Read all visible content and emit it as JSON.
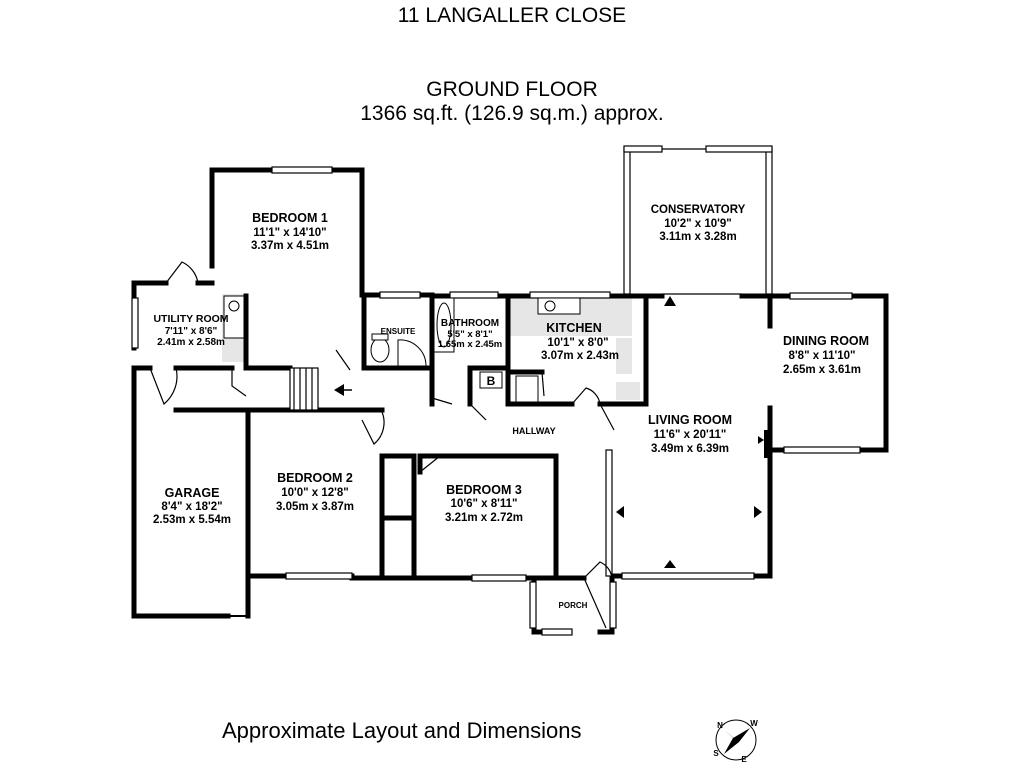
{
  "header": {
    "title": "11 LANGALLER CLOSE",
    "floor": "GROUND FLOOR",
    "area": "1366 sq.ft. (126.9 sq.m.) approx."
  },
  "footer": "Approximate Layout and Dimensions",
  "rooms": {
    "bedroom1": {
      "name": "BEDROOM 1",
      "imperial": "11'1\"  x 14'10\"",
      "metric": "3.37m  x 4.51m"
    },
    "utility": {
      "name": "UTILITY ROOM",
      "imperial": "7'11\"  x 8'6\"",
      "metric": "2.41m  x 2.58m"
    },
    "ensuite": {
      "name": "ENSUITE"
    },
    "bathroom": {
      "name": "BATHROOM",
      "imperial": "5'5\"  x 8'1\"",
      "metric": "1.65m  x 2.45m"
    },
    "kitchen": {
      "name": "KITCHEN",
      "imperial": "10'1\"  x 8'0\"",
      "metric": "3.07m  x 2.43m"
    },
    "conservatory": {
      "name": "CONSERVATORY",
      "imperial": "10'2\"  x 10'9\"",
      "metric": "3.11m  x 3.28m"
    },
    "dining": {
      "name": "DINING ROOM",
      "imperial": "8'8\"  x 11'10\"",
      "metric": "2.65m  x 3.61m"
    },
    "living": {
      "name": "LIVING ROOM",
      "imperial": "11'6\"  x 20'11\"",
      "metric": "3.49m  x 6.39m"
    },
    "hallway": {
      "name": "HALLWAY"
    },
    "garage": {
      "name": "GARAGE",
      "imperial": "8'4\"  x 18'2\"",
      "metric": "2.53m  x 5.54m"
    },
    "bedroom2": {
      "name": "BEDROOM 2",
      "imperial": "10'0\"  x 12'8\"",
      "metric": "3.05m  x 3.87m"
    },
    "bedroom3": {
      "name": "BEDROOM 3",
      "imperial": "10'6\"  x 8'11\"",
      "metric": "3.21m  x 2.72m"
    },
    "porch": {
      "name": "PORCH"
    }
  },
  "boiler_label": "B",
  "compass": {
    "north": "N",
    "south": "S",
    "east": "E",
    "west": "W"
  },
  "colors": {
    "wall": "#000000",
    "fixture_shade": "#e6e6e6",
    "window": "#9a9a9a"
  }
}
